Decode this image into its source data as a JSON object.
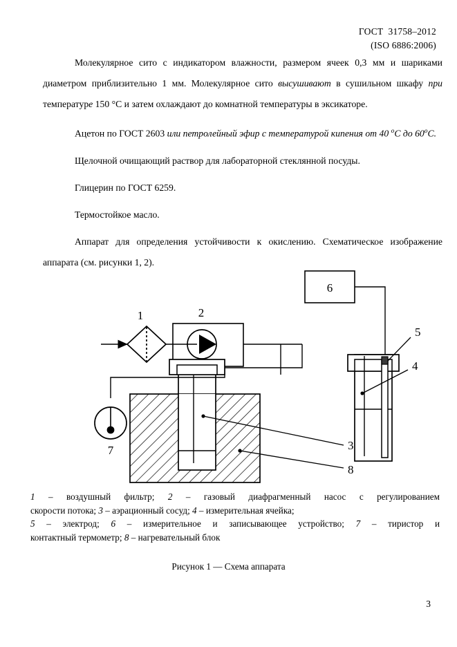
{
  "header": {
    "standard": "ГОСТ  31758–2012",
    "iso": "(ISO 6886:2006)"
  },
  "paragraphs": {
    "p1_a": "Молекулярное сито с индикатором влажности, размером ячеек 0,3 мм и шариками диаметром приблизительно 1   мм. Молекулярное сито  ",
    "p1_italic1": "высушивают",
    "p1_b": " в сушильном шкафу ",
    "p1_italic2": "при",
    "p1_c": " температур",
    "p1_italic3": "е",
    "p1_d": " 150 °C и затем охлаждают до комнатной температуры в эксикаторе.",
    "p2_a": "Ацетон по ГОСТ 2603 ",
    "p2_italic": "или петролейный эфир с температурой кипения от 40 ",
    "p2_deg1": "о",
    "p2_italic2": "С до  60",
    "p2_deg2": "о",
    "p2_italic3": "С.",
    "p3": "Щелочной очищающий раствор  для лабораторной стеклянной посуды.",
    "p4": "Глицерин по ГОСТ 6259.",
    "p5": "Термостойкое масло.",
    "p6": "Аппарат для определения устойчивости к окислению. Схематическое изображение аппарата (см. рисунки 1, 2)."
  },
  "figure": {
    "labels": {
      "filter": "1",
      "pump": "2",
      "aeration_vessel": "3",
      "measuring_cell": "4",
      "electrode": "5",
      "recorder": "6",
      "thermometer": "7",
      "heating_block": "8"
    },
    "line_color": "#000000",
    "hatch_color": "#000000"
  },
  "legend": {
    "line1_a": "1",
    "line1_b": " – воздушный фильтр; ",
    "line1_c": "2",
    "line1_d": " – газовый диафрагменный насос с регулированием",
    "line2_a": "скорости потока;   ",
    "line2_b": "3",
    "line2_c": " – аэрационный сосуд;    ",
    "line2_d": "4",
    "line2_e": " – измерительная ячейка;",
    "line3_a": " 5",
    "line3_b": " – электрод;  ",
    "line3_c": "6",
    "line3_d": " – измерительное и записывающее устройство; ",
    "line3_e": "7",
    "line3_f": " – тиристор и",
    "line4_a": "контактный термометр; ",
    "line4_b": "8",
    "line4_c": " – нагревательный блок"
  },
  "caption": {
    "text": "Рисунок 1 — Схема аппарата"
  },
  "page_number": "3"
}
